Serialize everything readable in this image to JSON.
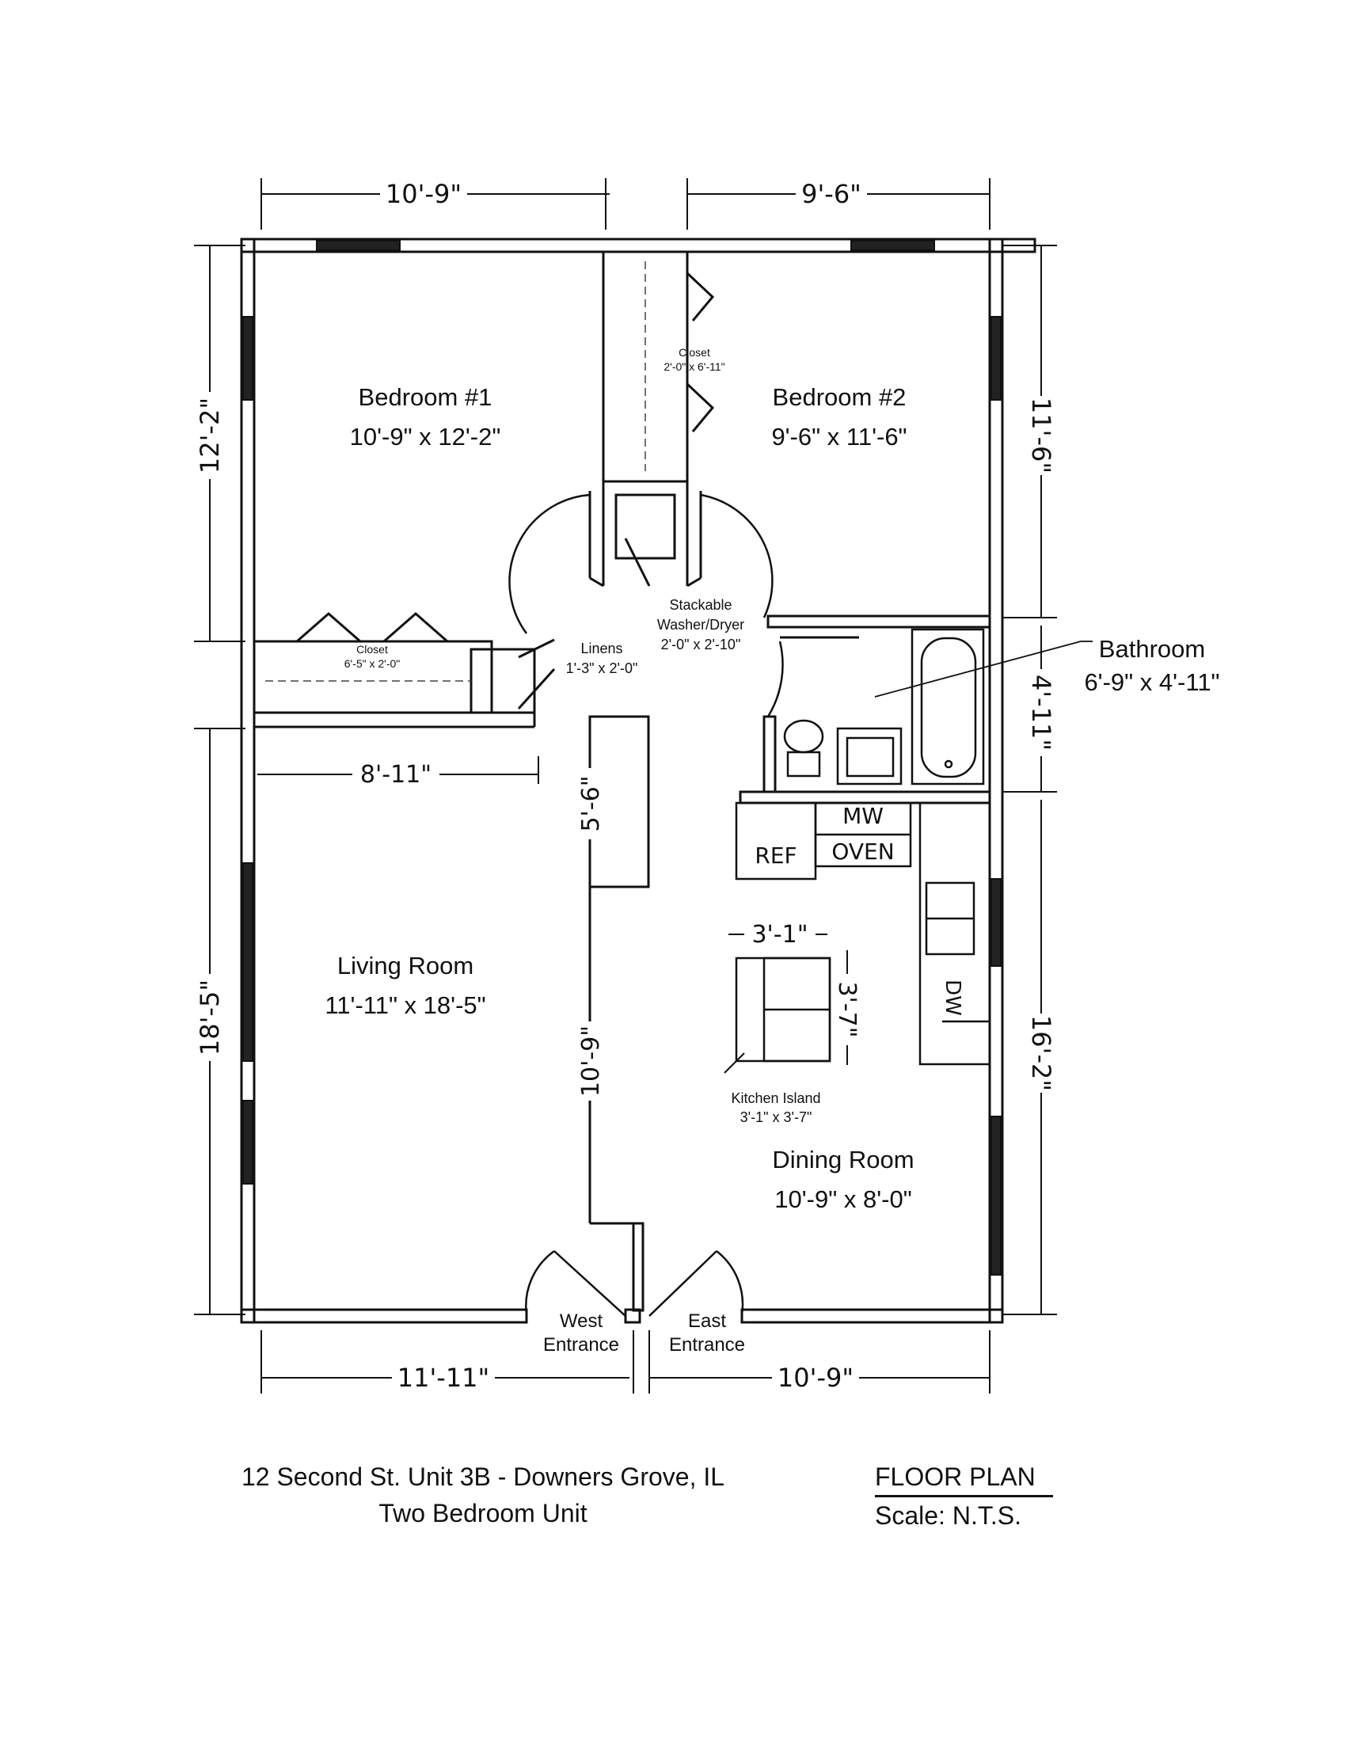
{
  "rooms": {
    "bedroom1": {
      "name": "Bedroom #1",
      "size": "10'-9\" x 12'-2\""
    },
    "bedroom2": {
      "name": "Bedroom #2",
      "size": "9'-6\" x 11'-6\""
    },
    "bathroom": {
      "name": "Bathroom",
      "size": "6'-9\" x 4'-11\""
    },
    "living": {
      "name": "Living Room",
      "size": "11'-11\" x 18'-5\""
    },
    "dining": {
      "name": "Dining Room",
      "size": "10'-9\" x 8'-0\""
    }
  },
  "closets": {
    "bedroom2_closet": {
      "name": "Closet",
      "size": "2'-0\" x 6'-11\""
    },
    "bedroom1_closet": {
      "name": "Closet",
      "size": "6'-5\" x 2'-0\""
    },
    "linens": {
      "name": "Linens",
      "size": "1'-3\" x 2'-0\""
    },
    "washer": {
      "name": "Stackable",
      "name2": "Washer/Dryer",
      "size": "2'-0\" x 2'-10\""
    }
  },
  "kitchen": {
    "island": {
      "name": "Kitchen Island",
      "size": "3'-1\" x 3'-7\""
    },
    "appliances": {
      "mw": "MW",
      "oven": "OVEN",
      "ref": "REF",
      "dw": "DW"
    }
  },
  "entrances": {
    "west": {
      "line1": "West",
      "line2": "Entrance"
    },
    "east": {
      "line1": "East",
      "line2": "Entrance"
    }
  },
  "dimensions": {
    "top_left": "10'-9\"",
    "top_right": "9'-6\"",
    "left_upper": "12'-2\"",
    "left_lower": "18'-5\"",
    "right_upper": "11'-6\"",
    "right_middle": "4'-11\"",
    "right_lower": "16'-2\"",
    "bottom_left": "11'-11\"",
    "bottom_right": "10'-9\"",
    "closet_width": "8'-11\"",
    "partition_upper": "5'-6\"",
    "partition_lower": "10'-9\"",
    "island_width": "3'-1\"",
    "island_depth": "3'-7\""
  },
  "title": {
    "address": "12 Second St. Unit 3B - Downers Grove, IL",
    "unit_type": "Two Bedroom Unit",
    "plan_label": "FLOOR PLAN",
    "scale": "Scale:  N.T.S."
  }
}
